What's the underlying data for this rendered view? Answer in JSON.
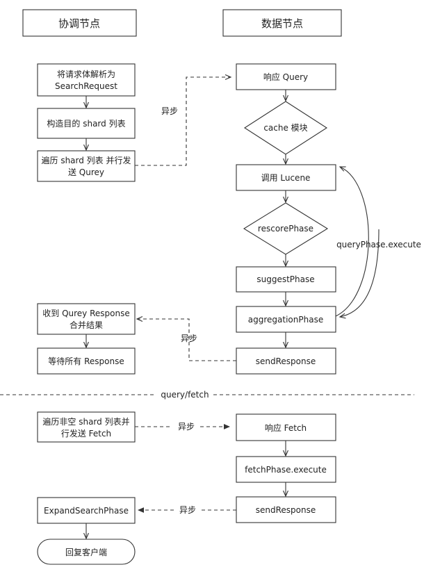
{
  "headers": {
    "coordinator": "协调节点",
    "data_node": "数据节点"
  },
  "left": {
    "parse_line1": "将请求体解析为",
    "parse_line2": "SearchRequest",
    "build_shards": "构造目的 shard 列表",
    "send_query_line1": "遍历 shard 列表 并行发",
    "send_query_line2": "送 Qurey",
    "receive_line1": "收到 Qurey Response",
    "receive_line2": "合并结果",
    "wait_all": "等待所有 Response",
    "send_fetch_line1": "遍历非空 shard 列表并",
    "send_fetch_line2": "行发送 Fetch",
    "expand": "ExpandSearchPhase",
    "reply_client": "回复客户端"
  },
  "right": {
    "respond_query": "响应 Query",
    "cache": "cache 模块",
    "call_lucene": "调用 Lucene",
    "rescore": "rescorePhase",
    "suggest": "suggestPhase",
    "aggregation": "aggregationPhase",
    "send_response_1": "sendResponse",
    "respond_fetch": "响应 Fetch",
    "fetch_execute": "fetchPhase.execute",
    "send_response_2": "sendResponse"
  },
  "labels": {
    "async_1": "异步",
    "async_2": "异步",
    "async_3": "异步",
    "async_4": "异步",
    "query_phase_execute": "queryPhase.execute",
    "divider": "query/fetch"
  },
  "colors": {
    "stroke": "#333333",
    "text": "#222222",
    "background": "#ffffff"
  }
}
